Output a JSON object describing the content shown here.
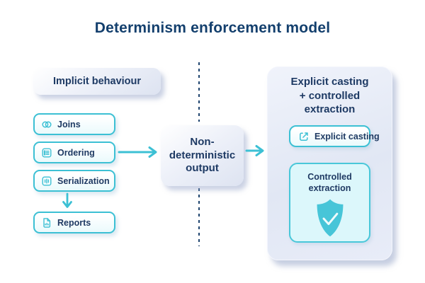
{
  "title": "Determinism enforcement model",
  "colors": {
    "title_navy": "#133f6d",
    "text_navy": "#1e3a64",
    "accent_cyan": "#3cc0d4",
    "shield_teal": "#47c5d8",
    "panel_lavender": "#e1e7f4",
    "light_cyan_fill": "#dcf7fb"
  },
  "implicit": {
    "header": "Implicit behaviour",
    "items": [
      {
        "label": "Joins",
        "icon": "joins-icon"
      },
      {
        "label": "Ordering",
        "icon": "ordering-icon"
      },
      {
        "label": "Serialization",
        "icon": "serialization-icon"
      },
      {
        "label": "Reports",
        "icon": "reports-icon"
      }
    ]
  },
  "output_node": {
    "lines": [
      "Non-",
      "deterministic",
      "output"
    ]
  },
  "explicit_panel": {
    "title_lines": [
      "Explicit casting",
      "+ controlled",
      "extraction"
    ],
    "casting_chip": {
      "label": "Explicit casting",
      "icon": "cast-out-icon"
    },
    "extraction_box": {
      "lines": [
        "Controlled",
        "extraction"
      ],
      "icon": "shield-check-icon"
    }
  }
}
